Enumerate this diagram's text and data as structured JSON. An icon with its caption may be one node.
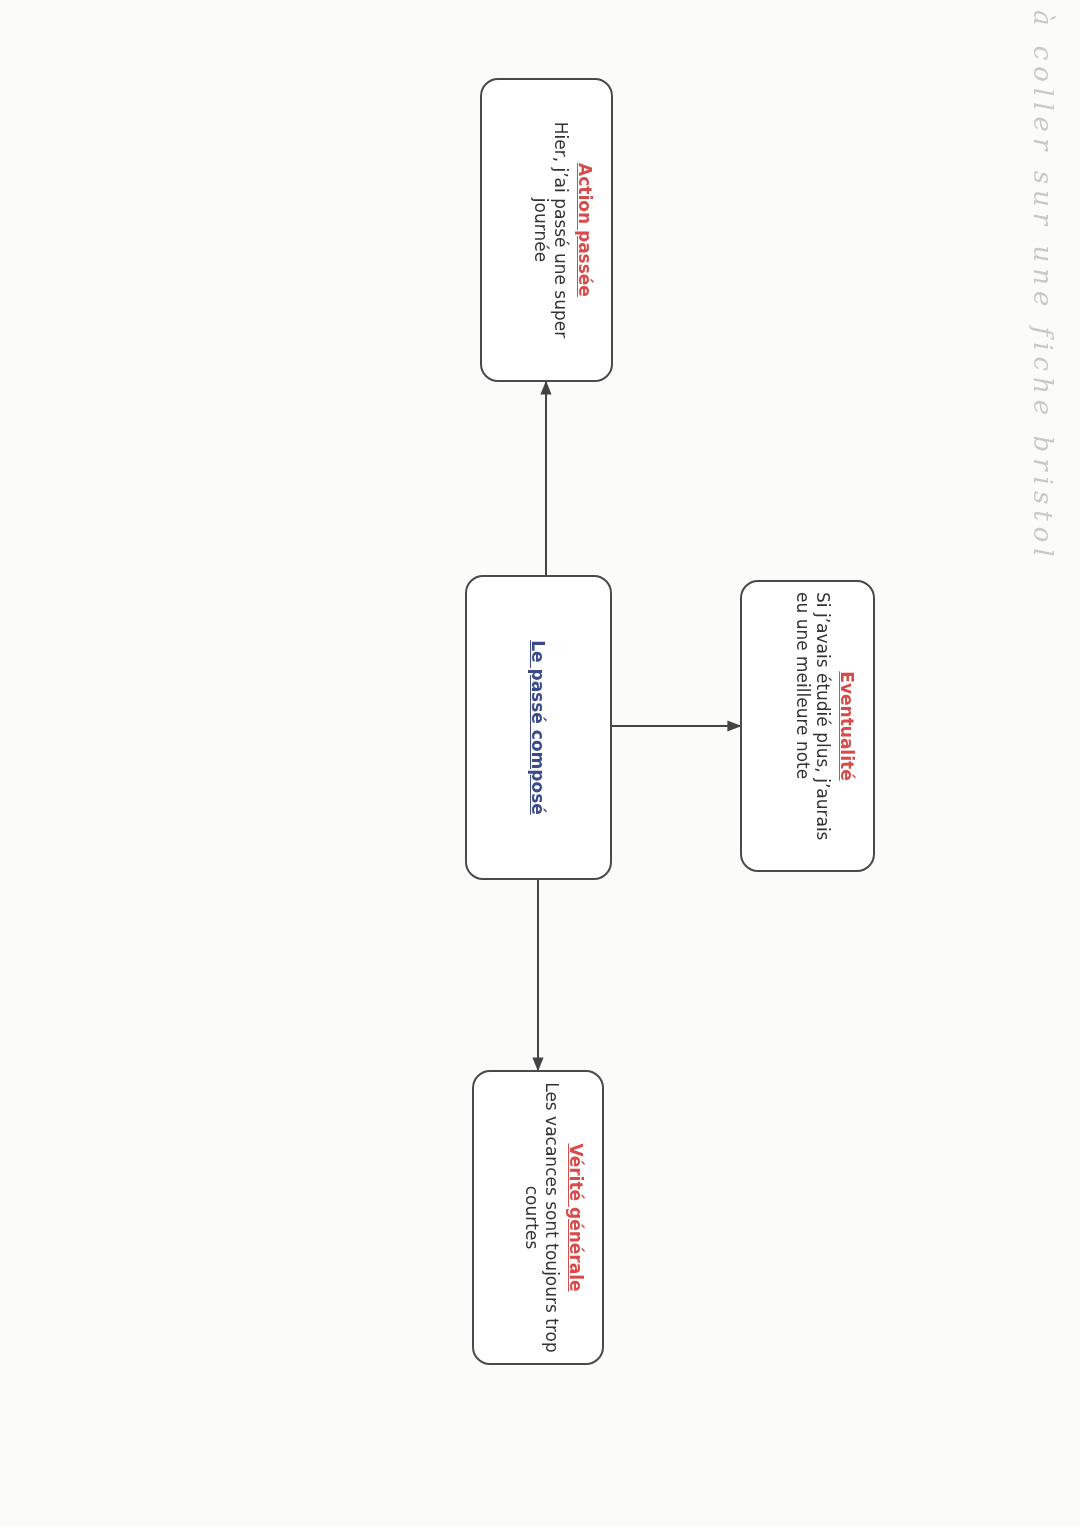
{
  "diagram": {
    "nodes": [
      {
        "text": [
          "Action passée",
          "Hier, j’ai passé une super journée"
        ]
      },
      {
        "text": [
          "Le passé composé"
        ]
      },
      {
        "text": [
          "Eventualité",
          "Si j’avais étudié plus, j’aurais eu une meilleure note"
        ]
      },
      {
        "text": [
          "Vérité générale",
          "Les vacances sont toujours trop courtes"
        ]
      }
    ],
    "edges": [
      {
        "from": 1,
        "to": 0,
        "arrow": "to"
      },
      {
        "from": 1,
        "to": 2,
        "arrow": "to"
      },
      {
        "from": 1,
        "to": 3,
        "arrow": "to"
      }
    ],
    "labels": [
      "à coller sur une fiche bristol"
    ]
  }
}
